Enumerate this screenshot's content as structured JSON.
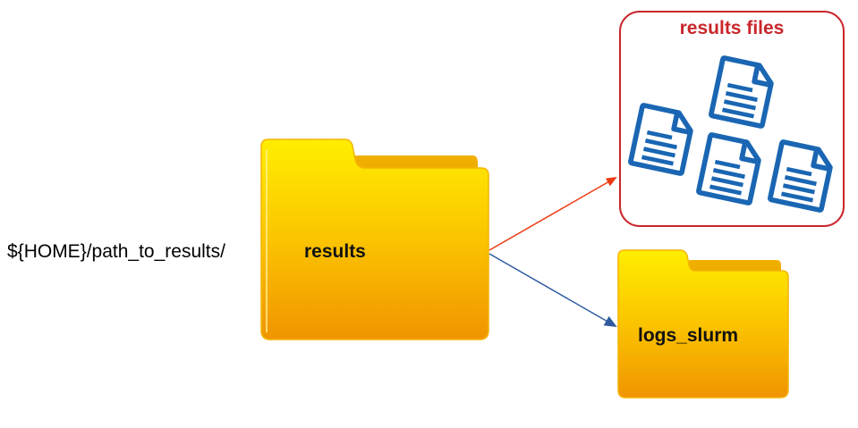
{
  "path_label": "${HOME}/path_to_results/",
  "results_folder": {
    "label": "results"
  },
  "logs_folder": {
    "label": "logs_slurm"
  },
  "results_files_box": {
    "title": "results files",
    "file_count": 4,
    "file_icon": "document-icon"
  },
  "colors": {
    "folder_top": "#ffe600",
    "folder_bottom": "#f09a00",
    "folder_back": "#e68a00",
    "document": "#1a66b3",
    "box_border": "#c9262b",
    "box_title": "#c9262b",
    "arrow_files": "#ee3b12",
    "arrow_logs": "#2f5aa0"
  }
}
